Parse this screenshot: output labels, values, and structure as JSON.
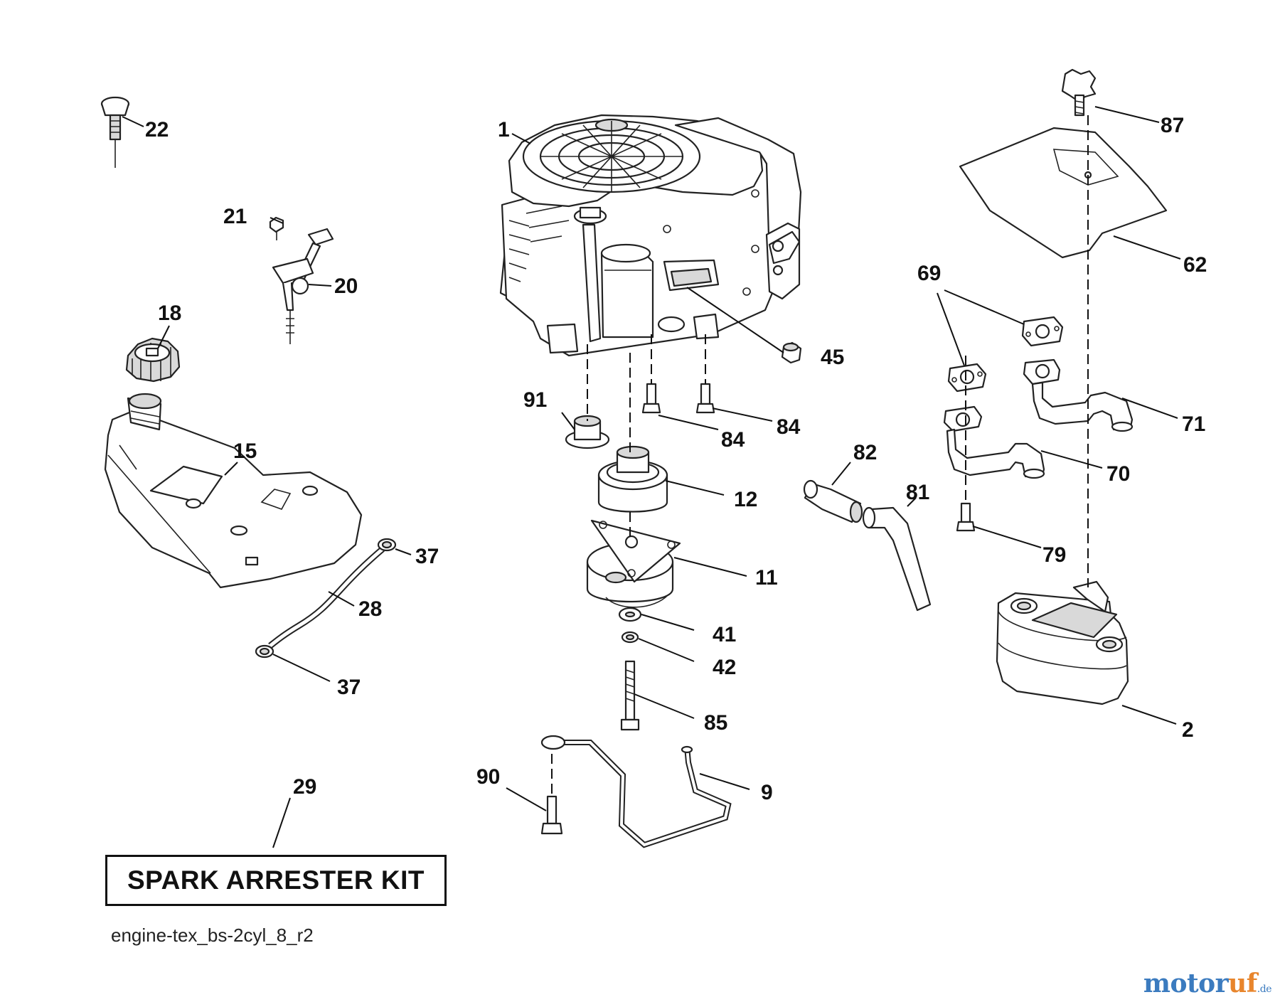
{
  "diagram": {
    "part_numbers": {
      "p1": "1",
      "p2": "2",
      "p9": "9",
      "p11": "11",
      "p12": "12",
      "p15": "15",
      "p18": "18",
      "p20": "20",
      "p21": "21",
      "p22": "22",
      "p28": "28",
      "p29": "29",
      "p37a": "37",
      "p37b": "37",
      "p41": "41",
      "p42": "42",
      "p45": "45",
      "p62": "62",
      "p69": "69",
      "p70": "70",
      "p71": "71",
      "p79": "79",
      "p81": "81",
      "p82": "82",
      "p84a": "84",
      "p84b": "84",
      "p85": "85",
      "p87": "87",
      "p90": "90",
      "p91": "91"
    },
    "kit_label": "SPARK ARRESTER KIT",
    "caption": "engine-tex_bs-2cyl_8_r2"
  },
  "watermark": {
    "main": "motor",
    "accent": "uf",
    "tld": ".de",
    "colors": {
      "main": "#3b7bbf",
      "accent": "#e8852c"
    }
  }
}
